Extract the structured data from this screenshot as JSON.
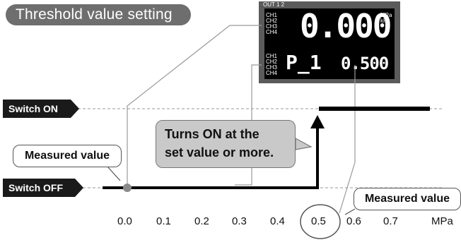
{
  "title": "Threshold value setting",
  "switch_on_label": "Switch ON",
  "switch_off_label": "Switch OFF",
  "measured_value_left": "Measured value",
  "measured_value_right": "Measured value",
  "callout_line1": "Turns ON at the",
  "callout_line2": "set value or more.",
  "axis_ticks": [
    "0.0",
    "0.1",
    "0.2",
    "0.3",
    "0.4",
    "0.5",
    "0.6",
    "0.7"
  ],
  "axis_unit": "MPa",
  "highlighted_tick": "0.5",
  "display": {
    "out_label": "OUT 1 2",
    "channels_top": [
      "CH1",
      "CH2",
      "CH3",
      "CH4"
    ],
    "units": [
      "MPa",
      "kPa"
    ],
    "main_reading": "0.000",
    "channels_bottom": [
      "CH1",
      "CH2",
      "CH3",
      "CH4"
    ],
    "sub_left": "P_1",
    "sub_right": "0.500"
  },
  "colors": {
    "title_bg": "#6e6e6e",
    "tag_bg": "#1a1a1a",
    "bubble_bg": "#c9c9c9",
    "line": "#000000",
    "dashed": "#9a9a9a"
  }
}
